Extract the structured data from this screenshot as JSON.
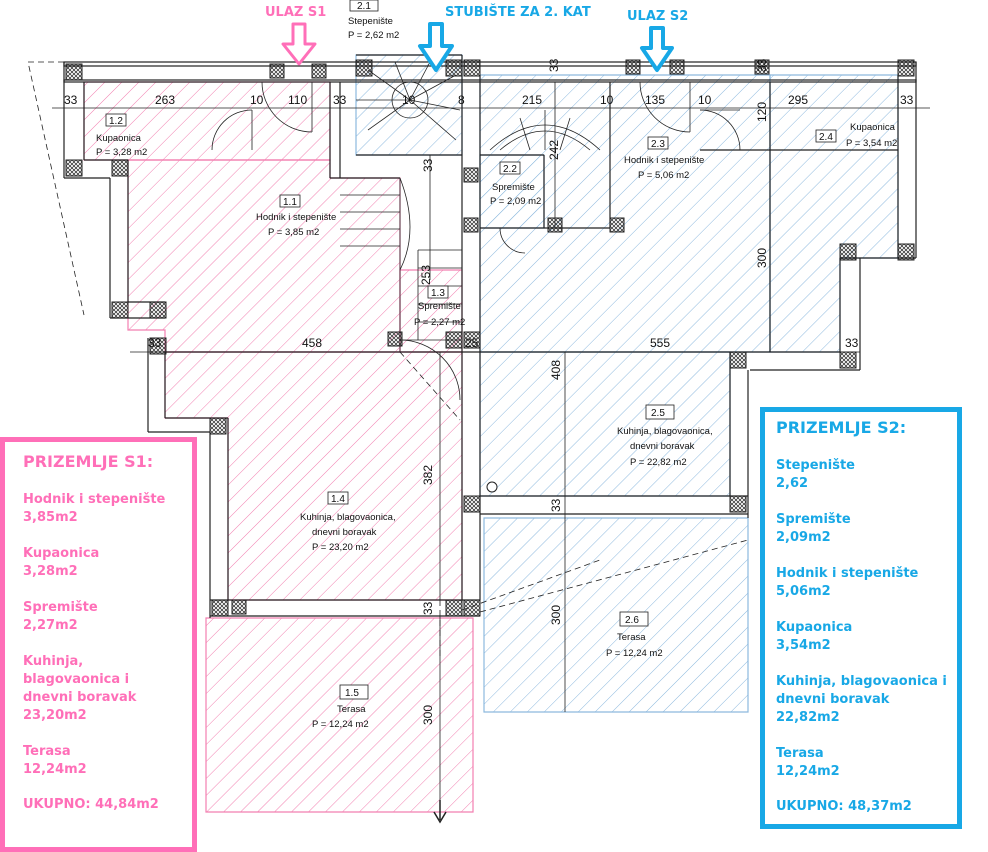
{
  "labels": {
    "ulaz_s1": "ULAZ S1",
    "stubiste": "STUBIŠTE ZA 2. KAT",
    "ulaz_s2": "ULAZ S2"
  },
  "colors": {
    "s1": "#ff6fb8",
    "s2": "#18a8e6",
    "hatch_s1": "#f27fb0",
    "hatch_s2": "#8db9de"
  },
  "rooms": [
    {
      "num": "1.1",
      "name": "Hodnik i stepenište",
      "area": "P = 3,85 m2"
    },
    {
      "num": "1.2",
      "name": "Kupaonica",
      "area": "P = 3,28 m2"
    },
    {
      "num": "1.3",
      "name": "Spremište",
      "area": "P = 2,27 m2"
    },
    {
      "num": "1.4",
      "name": "Kuhinja, blagovaonica,",
      "name2": "dnevni boravak",
      "area": "P = 23,20 m2"
    },
    {
      "num": "1.5",
      "name": "Terasa",
      "area": "P = 12,24 m2"
    },
    {
      "num": "2.1",
      "name": "Stepenište",
      "area": "P = 2,62 m2"
    },
    {
      "num": "2.2",
      "name": "Spremište",
      "area": "P = 2,09 m2"
    },
    {
      "num": "2.3",
      "name": "Hodnik i stepenište",
      "area": "P = 5,06 m2"
    },
    {
      "num": "2.4",
      "name": "Kupaonica",
      "area": "P = 3,54 m2"
    },
    {
      "num": "2.5",
      "name": "Kuhinja, blagovaonica,",
      "name2": "dnevni boravak",
      "area": "P = 22,82 m2"
    },
    {
      "num": "2.6",
      "name": "Terasa",
      "area": "P = 12,24 m2"
    }
  ],
  "dimensions": [
    "33",
    "263",
    "10",
    "110",
    "33",
    "10",
    "8",
    "215",
    "10",
    "135",
    "10",
    "295",
    "33",
    "33",
    "33",
    "33",
    "33",
    "458",
    "25",
    "555",
    "33",
    "33",
    "33",
    "33",
    "253",
    "242",
    "120",
    "10",
    "300",
    "408",
    "382",
    "300",
    "300",
    "33",
    "33"
  ],
  "legend_s1": {
    "title": "PRIZEMLJE S1:",
    "items": [
      {
        "name": "Hodnik i stepenište",
        "area": "3,85m2"
      },
      {
        "name": "Kupaonica",
        "area": "3,28m2"
      },
      {
        "name": "Spremište",
        "area": "2,27m2"
      },
      {
        "name": "Kuhinja, blagovaonica i dnevni boravak",
        "area": "23,20m2"
      },
      {
        "name": "Terasa",
        "area": "12,24m2"
      }
    ],
    "total": "UKUPNO: 44,84m2"
  },
  "legend_s2": {
    "title": "PRIZEMLJE S2:",
    "items": [
      {
        "name": "Stepenište",
        "area": "2,62"
      },
      {
        "name": "Spremište",
        "area": "2,09m2"
      },
      {
        "name": "Hodnik i stepenište",
        "area": "5,06m2"
      },
      {
        "name": "Kupaonica",
        "area": "3,54m2"
      },
      {
        "name": "Kuhinja, blagovaonica i dnevni boravak",
        "area": "22,82m2"
      },
      {
        "name": "Terasa",
        "area": "12,24m2"
      }
    ],
    "total": "UKUPNO: 48,37m2"
  }
}
